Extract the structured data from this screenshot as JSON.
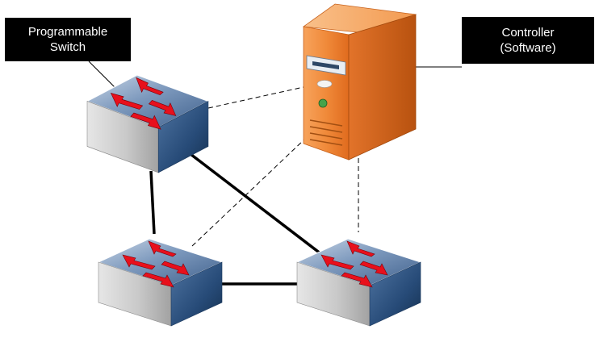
{
  "labels": {
    "programmable_switch": [
      "Programmable",
      "Switch"
    ],
    "controller": [
      "Controller",
      "(Software)"
    ]
  },
  "colors": {
    "label_bg": "#000000",
    "label_text": "#ffffff",
    "server_orange": "#f07f2c",
    "switch_top": "#5f7fa6",
    "switch_side": "#23436d",
    "switch_front": "#c8c8c8",
    "arrow": "#e8101c",
    "link": "#000000"
  },
  "icons": {
    "server": "server-icon",
    "switch": "network-switch-icon"
  }
}
